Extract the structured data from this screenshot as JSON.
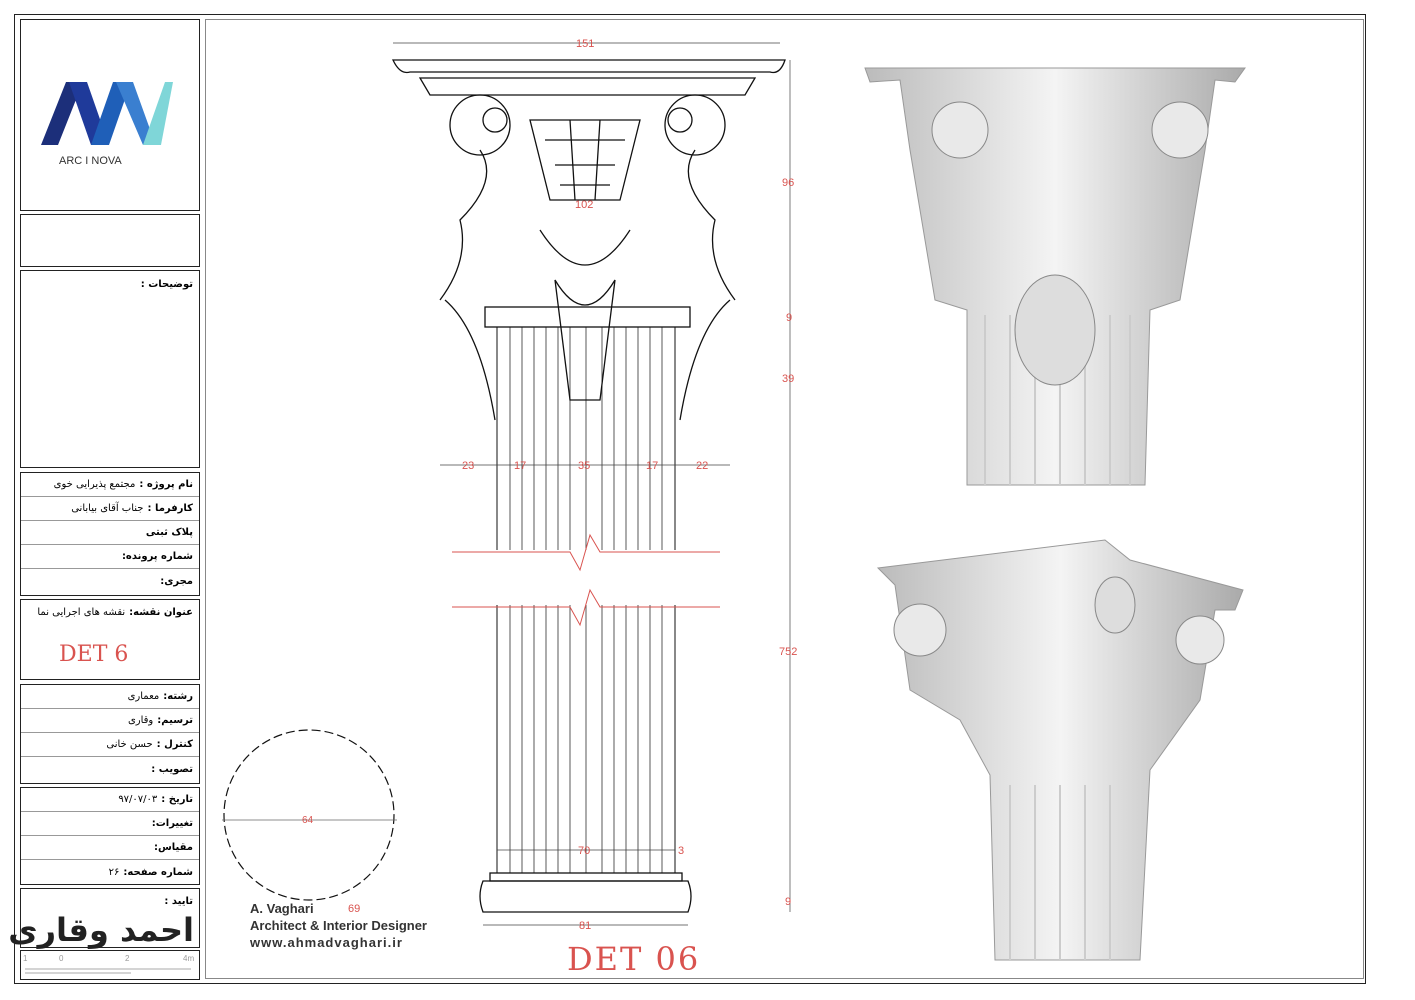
{
  "logo": {
    "text": "ARC I NOVA",
    "colors": [
      "#1c2f7a",
      "#1f5fb8",
      "#7fd6d8"
    ]
  },
  "notes_label": "توضیحات :",
  "project": [
    {
      "label": "نام پروژه :",
      "value": "مجتمع پذیرایی خوی"
    },
    {
      "label": "کارفرما :",
      "value": "جناب آقای بیابانی"
    },
    {
      "label": "پلاک ثبتی",
      "value": ""
    },
    {
      "label": "شماره پرونده:",
      "value": ""
    },
    {
      "label": "مجری:",
      "value": ""
    }
  ],
  "title_block": {
    "label": "عنوان نقشه:",
    "value": "نقشه های اجرایی نما",
    "code": "DET 6"
  },
  "discipline": [
    {
      "label": "رشته:",
      "value": "معماری"
    },
    {
      "label": "ترسیم:",
      "value": "وقاری"
    },
    {
      "label": "کنترل :",
      "value": "حسن خانی"
    },
    {
      "label": "تصویب :",
      "value": ""
    }
  ],
  "dates": [
    {
      "label": "تاریخ :",
      "value": "۹۷/۰۷/۰۳"
    },
    {
      "label": "تغییرات:",
      "value": ""
    },
    {
      "label": "مقیاس:",
      "value": ""
    },
    {
      "label": "شماره صفحه:",
      "value": "۲۶"
    }
  ],
  "approval_label": "تایید :",
  "scale_bar": [
    "1",
    "0",
    "2",
    "4m"
  ],
  "watermark": {
    "fa": "احمد وقاری",
    "name": "A. Vaghari",
    "role": "Architect & Interior Designer",
    "url": "www.ahmadvaghari.ir"
  },
  "drawing_title": "DET 06",
  "dimensions": {
    "top_width": "151",
    "capital_height": "96",
    "capital_inner": "102",
    "necking": "9",
    "flute_zone": "39",
    "d1": "23",
    "d2": "17",
    "d3": "35",
    "d4": "17",
    "d5": "22",
    "total_height": "752",
    "section_inner": "64",
    "section_outer": "69",
    "shaft_base": "70",
    "base_width": "81",
    "base_h": "9",
    "small": "3"
  },
  "dim_color": "#d9534f"
}
